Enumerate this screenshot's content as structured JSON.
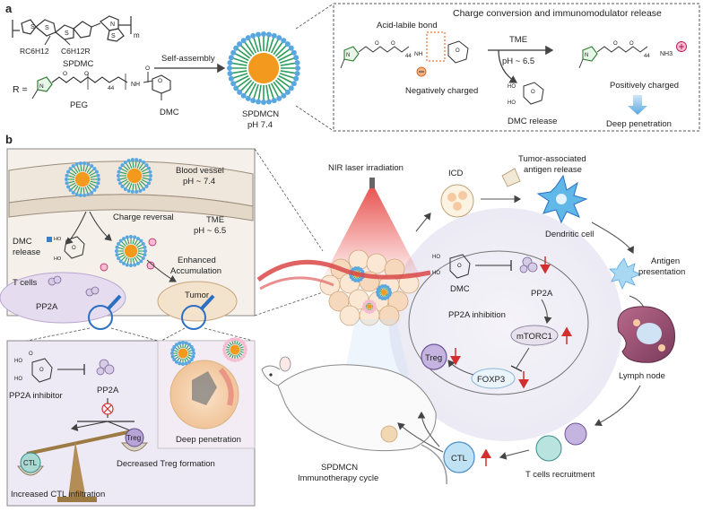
{
  "panel_a": {
    "label": "a",
    "polymer_formula": {
      "sub_left": "RC6H12",
      "sub_right": "C6H12R",
      "repeat": "m",
      "name": "SPDMC"
    },
    "r_group": {
      "r_label": "R =",
      "peg_label": "PEG",
      "dmc_label": "DMC",
      "peg_repeat": "44",
      "nh": "NH"
    },
    "self_assembly_label": "Self-assembly",
    "nanoparticle": {
      "name": "SPDMCN",
      "ph": "pH 7.4"
    },
    "inset": {
      "title": "Charge conversion and immunomodulator release",
      "acid_bond": "Acid-labile bond",
      "neg": "Negatively charged",
      "tme": "TME",
      "ph": "pH ~ 6.5",
      "dmc_release": "DMC release",
      "pos": "Positively charged",
      "deep": "Deep penetration",
      "nh3": "NH3",
      "repeat": "44"
    },
    "colors": {
      "title": "#c2185b",
      "core": "#f39a1e",
      "shell": "#2e9e5b",
      "tip": "#5aa7e0"
    }
  },
  "panel_b": {
    "label": "b",
    "vessel": {
      "blood_vessel": "Blood vessel",
      "vessel_ph": "pH ~ 7.4",
      "charge_reversal": "Charge reversal",
      "tme": "TME",
      "tme_ph": "pH ~ 6.5",
      "dmc_release": "DMC",
      "release": "release",
      "enhanced": "Enhanced",
      "accumulation": "Accumulation",
      "tcells": "T cells",
      "pp2a": "PP2A",
      "tumor": "Tumor"
    },
    "zoom": {
      "inhibitor": "PP2A inhibitor",
      "pp2a": "PP2A",
      "ctl": "CTL",
      "treg": "Treg",
      "decreased_treg": "Decreased Treg formation",
      "increased_ctl": "Increased CTL infiltration",
      "deep": "Deep penetration"
    },
    "cycle": {
      "nir": "NIR laser irradiation",
      "icd": "ICD",
      "antigen_release_1": "Tumor-associated",
      "antigen_release_2": "antigen release",
      "dendritic": "Dendritic cell",
      "antigen_pres_1": "Antigen",
      "antigen_pres_2": "presentation",
      "lymph": "Lymph node",
      "tcell_recruit": "T cells recruitment",
      "ctl": "CTL",
      "dmc": "DMC",
      "pp2a": "PP2A",
      "pp2a_inhibition": "PP2A inhibition",
      "mtorc1": "mTORC1",
      "foxp3": "FOXP3",
      "treg": "Treg",
      "cycle_name_1": "SPDMCN",
      "cycle_name_2": "Immunotherapy cycle"
    }
  }
}
